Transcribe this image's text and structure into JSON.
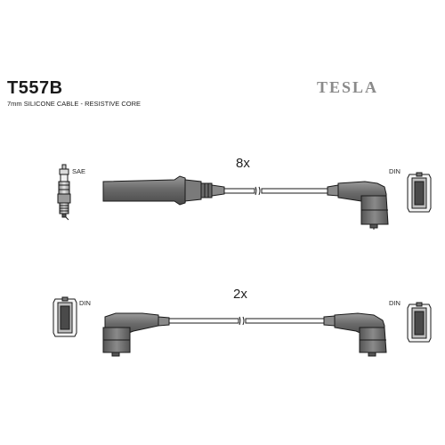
{
  "header": {
    "part_number": "T557B",
    "spec": "7mm SILICONE CABLE - RESISTIVE CORE",
    "brand": "TESLA"
  },
  "cable_1": {
    "quantity": "8x",
    "left_connector": "SAE",
    "right_connector": "DIN"
  },
  "cable_2": {
    "quantity": "2x",
    "left_connector": "DIN",
    "right_connector": "DIN"
  },
  "colors": {
    "boot_fill": "#6e6e6e",
    "boot_light": "#b5b5b5",
    "outline": "#1a1a1a"
  }
}
